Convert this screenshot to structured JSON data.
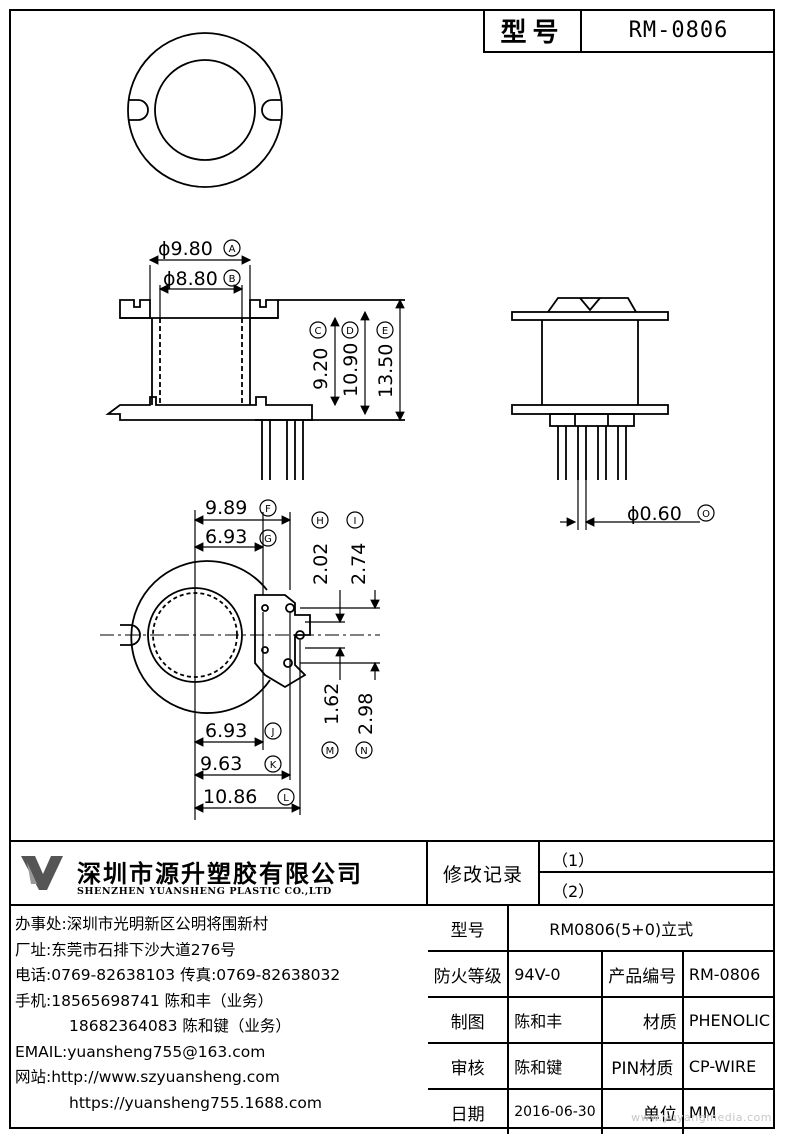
{
  "title_block": {
    "label": "型号",
    "value": "RM-0806"
  },
  "dims": {
    "A": "ϕ9.80",
    "B": "ϕ8.80",
    "C": "9.20",
    "D": "10.90",
    "E": "13.50",
    "F": "9.89",
    "G": "6.93",
    "H": "2.02",
    "I": "2.74",
    "J": "6.93",
    "K": "9.63",
    "L": "10.86",
    "M": "1.62",
    "N": "2.98",
    "O": "ϕ0.60"
  },
  "circle_letters": [
    "A",
    "B",
    "C",
    "D",
    "E",
    "F",
    "G",
    "H",
    "I",
    "J",
    "K",
    "L",
    "M",
    "N",
    "O"
  ],
  "company": {
    "name": "深圳市源升塑胶有限公司",
    "name_en": "SHENZHEN YUANSHENG PLASTIC CO.,LTD",
    "office": "办事处:深圳市光明新区公明将围新村",
    "factory": "厂址:东莞市石排下沙大道276号",
    "phone": "电话:0769-82638103  传真:0769-82638032",
    "mobile1": "手机:18565698741 陈和丰（业务）",
    "mobile2": "18682364083 陈和键（业务）",
    "email": "EMAIL:yuansheng755@163.com",
    "web1": "网站:http://www.szyuansheng.com",
    "web2": "https://yuansheng755.1688.com"
  },
  "revisions": {
    "label": "修改记录",
    "r1": "（1）",
    "r2": "（2）"
  },
  "spec": {
    "model_label": "型号",
    "model_value": "RM0806(5+0)立式",
    "fire_label": "防火等级",
    "fire_value": "94V-0",
    "code_label": "产品编号",
    "code_value": "RM-0806",
    "drawn_label": "制图",
    "drawn_value": "陈和丰",
    "material_label": "材质",
    "material_value": "PHENOLIC",
    "check_label": "审核",
    "check_value": "陈和键",
    "pin_label": "PIN材质",
    "pin_value": "CP-WIRE",
    "date_label": "日期",
    "date_value": "2016-06-30",
    "unit_label": "单位",
    "unit_value": "MM"
  },
  "watermark": "www.yuyangmedia.com"
}
